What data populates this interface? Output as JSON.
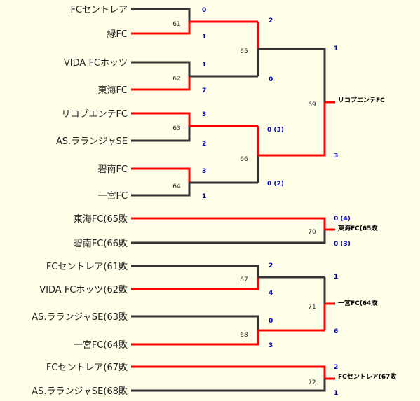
{
  "teams": {
    "r1": [
      "FCセントレア",
      "緑FC",
      "VIDA FCホッツ",
      "東海FC",
      "リコプエンテFC",
      "AS.ラランジャSE",
      "碧南FC",
      "一宮FC"
    ],
    "m70": [
      "東海FC(65敗",
      "碧南FC(66敗"
    ],
    "m71": [
      "FCセントレア(61敗",
      "VIDA FCホッツ(62敗",
      "AS.ラランジャSE(63敗",
      "一宮FC(64敗"
    ],
    "m72": [
      "FCセントレア(67敗",
      "AS.ラランジャSE(68敗"
    ]
  },
  "matches": {
    "m61": {
      "no": "61",
      "s": [
        "0",
        "1"
      ]
    },
    "m62": {
      "no": "62",
      "s": [
        "1",
        "7"
      ]
    },
    "m63": {
      "no": "63",
      "s": [
        "3",
        "2"
      ]
    },
    "m64": {
      "no": "64",
      "s": [
        "3",
        "1"
      ]
    },
    "m65": {
      "no": "65",
      "s": [
        "2",
        "0"
      ]
    },
    "m66": {
      "no": "66",
      "s": [
        "0 (3)",
        "0 (2)"
      ]
    },
    "m69": {
      "no": "69",
      "s": [
        "1",
        "3"
      ],
      "winner": "リコプエンテFC"
    },
    "m70": {
      "no": "70",
      "s": [
        "0 (4)",
        "0 (3)"
      ],
      "winner": "東海FC(65敗"
    },
    "m67": {
      "no": "67",
      "s": [
        "2",
        "4"
      ]
    },
    "m68": {
      "no": "68",
      "s": [
        "0",
        "3"
      ]
    },
    "m71": {
      "no": "71",
      "s": [
        "1",
        "6"
      ],
      "winner": "一宮FC(64敗"
    },
    "m72": {
      "no": "72",
      "s": [
        "2",
        "1"
      ],
      "winner": "FCセントレア(67敗"
    }
  },
  "colors": {
    "win": "#ff0000",
    "lose": "#333333",
    "score": "#0000cc",
    "background": "#fffee8"
  }
}
